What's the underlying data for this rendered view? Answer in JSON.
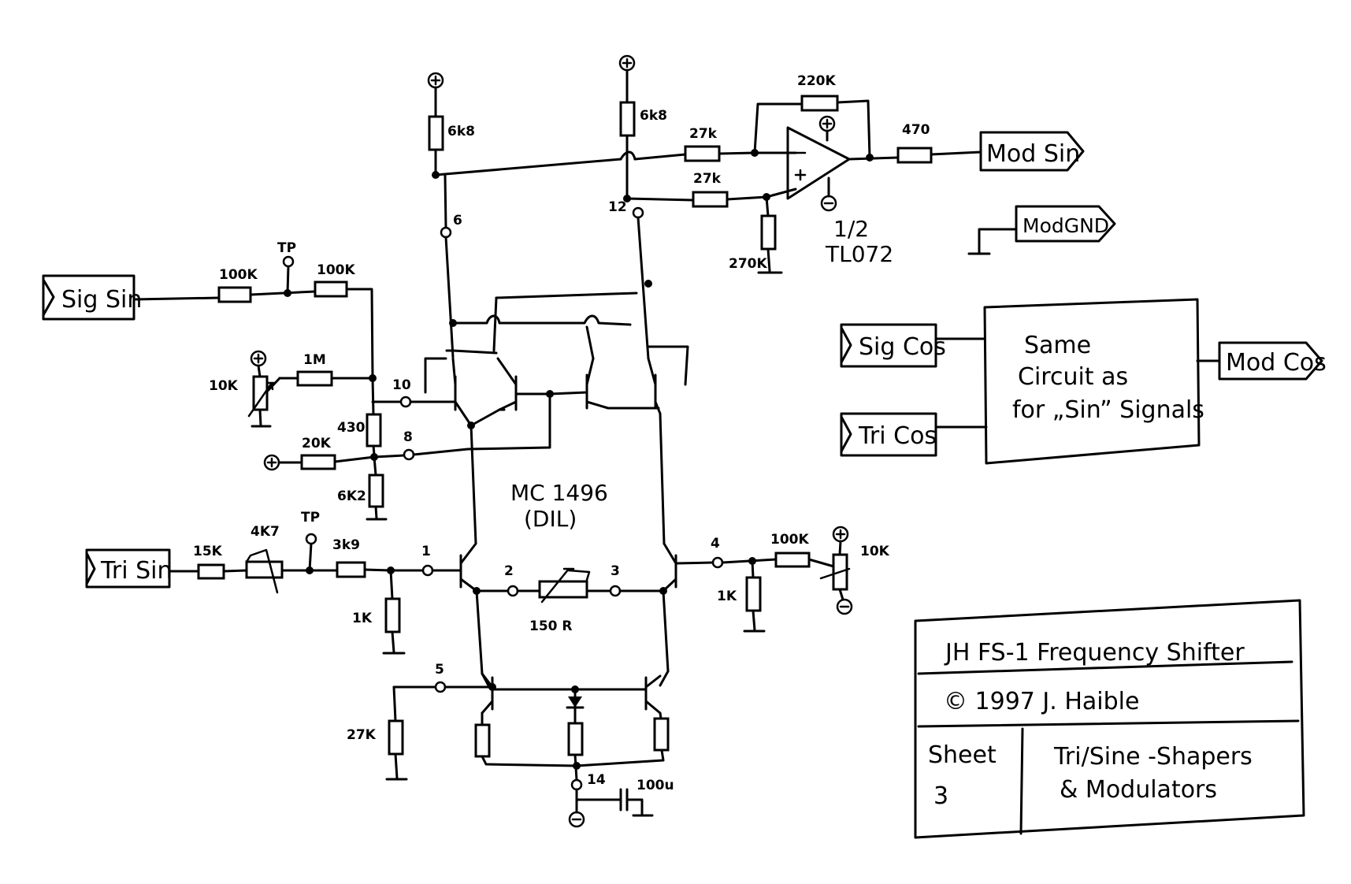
{
  "signals": {
    "sig_sin": "Sig Sin",
    "tri_sin": "Tri Sin",
    "sig_cos": "Sig Cos",
    "tri_cos": "Tri Cos",
    "mod_sin": "Mod Sin",
    "mod_gnd": "ModGND",
    "mod_cos": "Mod Cos"
  },
  "components": {
    "r_100k_a": "100K",
    "r_100k_b": "100K",
    "tp_top": "TP",
    "r_1m": "1M",
    "pot_10k_left": "10K",
    "r_430": "430",
    "r_20k": "20K",
    "r_6k2": "6K2",
    "r_6k8_a": "6k8",
    "r_6k8_b": "6k8",
    "r_27k_a": "27k",
    "r_27k_b": "27k",
    "r_220k": "220K",
    "r_270k": "270K",
    "r_470": "470",
    "opamp": "1/2",
    "opamp_part": "TL072",
    "ic_part": "MC 1496",
    "ic_pkg": "(DIL)",
    "r_15k": "15K",
    "pot_4k7": "4K7",
    "tp_bottom": "TP",
    "r_3k9": "3k9",
    "r_1k_a": "1K",
    "pot_150r": "150 R",
    "r_100k_c": "100K",
    "pot_10k_right": "10K",
    "r_1k_b": "1K",
    "r_27k_c": "27K",
    "cap_100u": "100u"
  },
  "pins": {
    "p1": "1",
    "p2": "2",
    "p3": "3",
    "p4": "4",
    "p5": "5",
    "p6": "6",
    "p8": "8",
    "p10": "10",
    "p12": "12",
    "p14": "14"
  },
  "block": {
    "line1": "Same",
    "line2": "Circuit  as",
    "line3": "for „Sin” Signals"
  },
  "title_block": {
    "title": "JH  FS-1   Frequency  Shifter",
    "copyright": "©  1997   J. Haible",
    "sheet_label": "Sheet",
    "sheet_number": "3",
    "description_1": "Tri/Sine  -Shapers",
    "description_2": "& Modulators"
  }
}
